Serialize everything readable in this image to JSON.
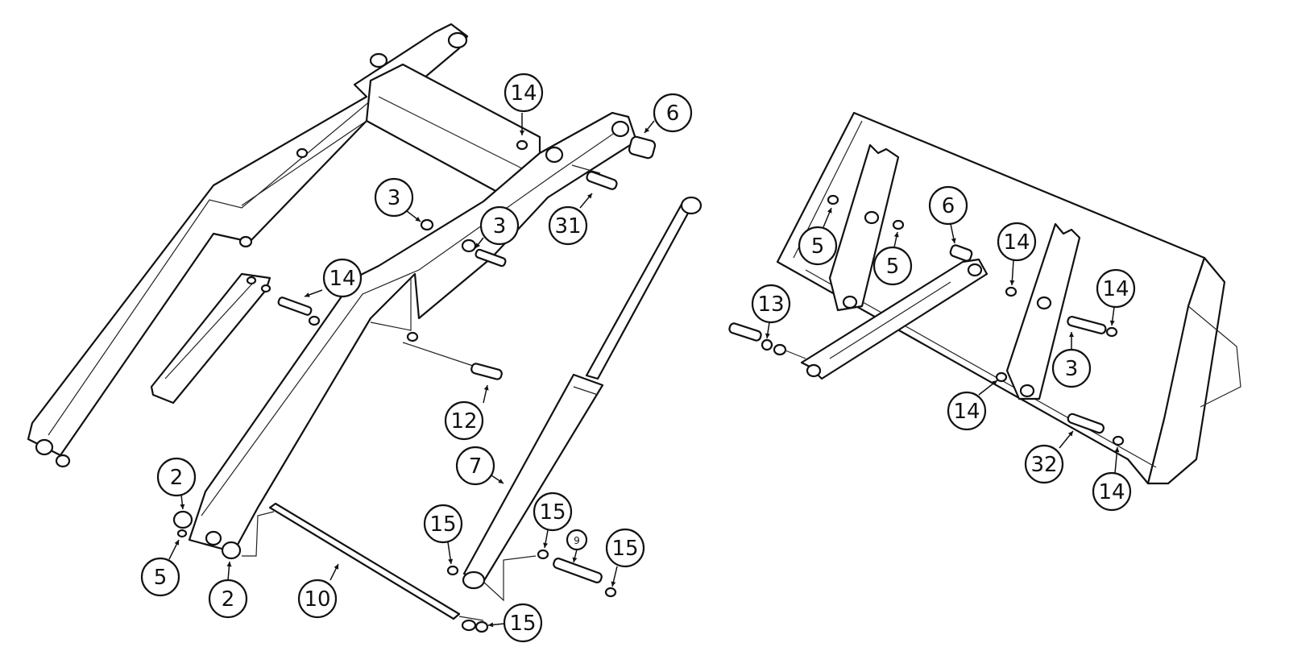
{
  "callouts": [
    {
      "id": "c14a",
      "label": "14"
    },
    {
      "id": "c6a",
      "label": "6"
    },
    {
      "id": "c3a",
      "label": "3"
    },
    {
      "id": "c3b",
      "label": "3"
    },
    {
      "id": "c31",
      "label": "31"
    },
    {
      "id": "c14b",
      "label": "14"
    },
    {
      "id": "c12",
      "label": "12"
    },
    {
      "id": "c7",
      "label": "7"
    },
    {
      "id": "c2a",
      "label": "2"
    },
    {
      "id": "c5a",
      "label": "5"
    },
    {
      "id": "c2b",
      "label": "2"
    },
    {
      "id": "c10",
      "label": "10"
    },
    {
      "id": "c15a",
      "label": "15"
    },
    {
      "id": "c15b",
      "label": "15"
    },
    {
      "id": "c9",
      "label": "9"
    },
    {
      "id": "c15c",
      "label": "15"
    },
    {
      "id": "c15d",
      "label": "15"
    },
    {
      "id": "c5b",
      "label": "5"
    },
    {
      "id": "c6b",
      "label": "6"
    },
    {
      "id": "c5c",
      "label": "5"
    },
    {
      "id": "c14c",
      "label": "14"
    },
    {
      "id": "c13",
      "label": "13"
    },
    {
      "id": "c14d",
      "label": "14"
    },
    {
      "id": "c3c",
      "label": "3"
    },
    {
      "id": "c14e",
      "label": "14"
    },
    {
      "id": "c32",
      "label": "32"
    },
    {
      "id": "c14f",
      "label": "14"
    }
  ]
}
